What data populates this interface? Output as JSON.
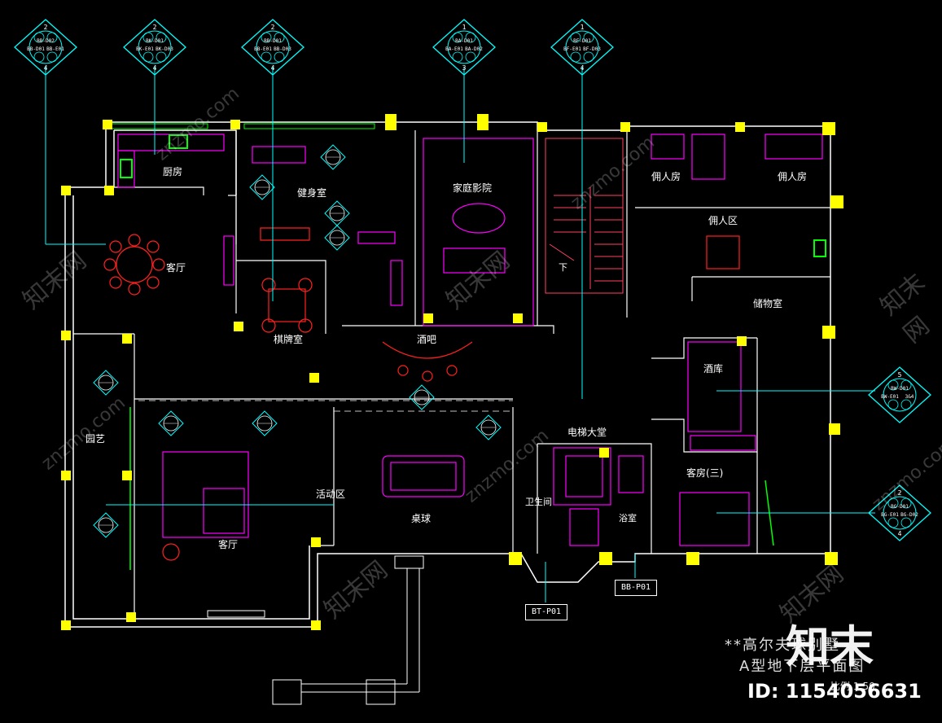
{
  "rooms": {
    "kitchen": "厨房",
    "gym": "健身室",
    "home_theater": "家庭影院",
    "living_left": "客厅",
    "chess_room": "棋牌室",
    "bar": "酒吧",
    "staff_room_1": "佣人房",
    "staff_room_2": "佣人房",
    "staff_area": "佣人区",
    "storage": "储物室",
    "wine_cellar": "酒库",
    "garden": "园艺",
    "activity_area": "活动区",
    "living_bottom": "客厅",
    "billiards": "桌球",
    "elevator_hall": "电梯大堂",
    "bathroom": "卫生间",
    "shower": "浴室",
    "guest_room": "客房(三)",
    "stair_down": "下"
  },
  "tags": {
    "bt": "BT-P01",
    "bb": "BB-P01"
  },
  "title": {
    "line1": "**高尔夫球别墅",
    "line2": "A型地下层平面图",
    "scale": "比例 1:50"
  },
  "watermark": {
    "brand": "知末",
    "id": "ID: 1154056631",
    "site": "znzmo.com",
    "cn": "知末网"
  },
  "colors": {
    "background": "#000000",
    "wall": "#ffffff",
    "column": "#ffff00",
    "furniture": "#ff00ff",
    "red_fixture": "#ff2020",
    "cyan": "#00ffff",
    "green": "#00ff00"
  },
  "markers": [
    {
      "num_top": "2",
      "codes": [
        "BB-D02",
        "BB-D01",
        "BB-E01"
      ],
      "num_bottom": "4"
    },
    {
      "num_top": "2",
      "codes": [
        "BK-D01",
        "BK-E01",
        "BK-D03"
      ],
      "num_bottom": "4"
    },
    {
      "num_top": "2",
      "codes": [
        "BB-D01",
        "BB-E01",
        "BB-D03"
      ],
      "num_bottom": "4"
    },
    {
      "num_top": "1",
      "codes": [
        "BA-D01",
        "BA-E01",
        "BA-D02"
      ],
      "num_bottom": "3"
    },
    {
      "num_top": "1",
      "codes": [
        "BF-D01",
        "BF-E01",
        "BF-D03"
      ],
      "num_bottom": "4"
    },
    {
      "num_top": "5",
      "codes": [
        "BW-D01",
        "BW-E01",
        "3&4"
      ],
      "num_bottom": ""
    },
    {
      "num_top": "2",
      "codes": [
        "BG-D01",
        "BG-E01",
        "BG-D02"
      ],
      "num_bottom": "4"
    }
  ]
}
